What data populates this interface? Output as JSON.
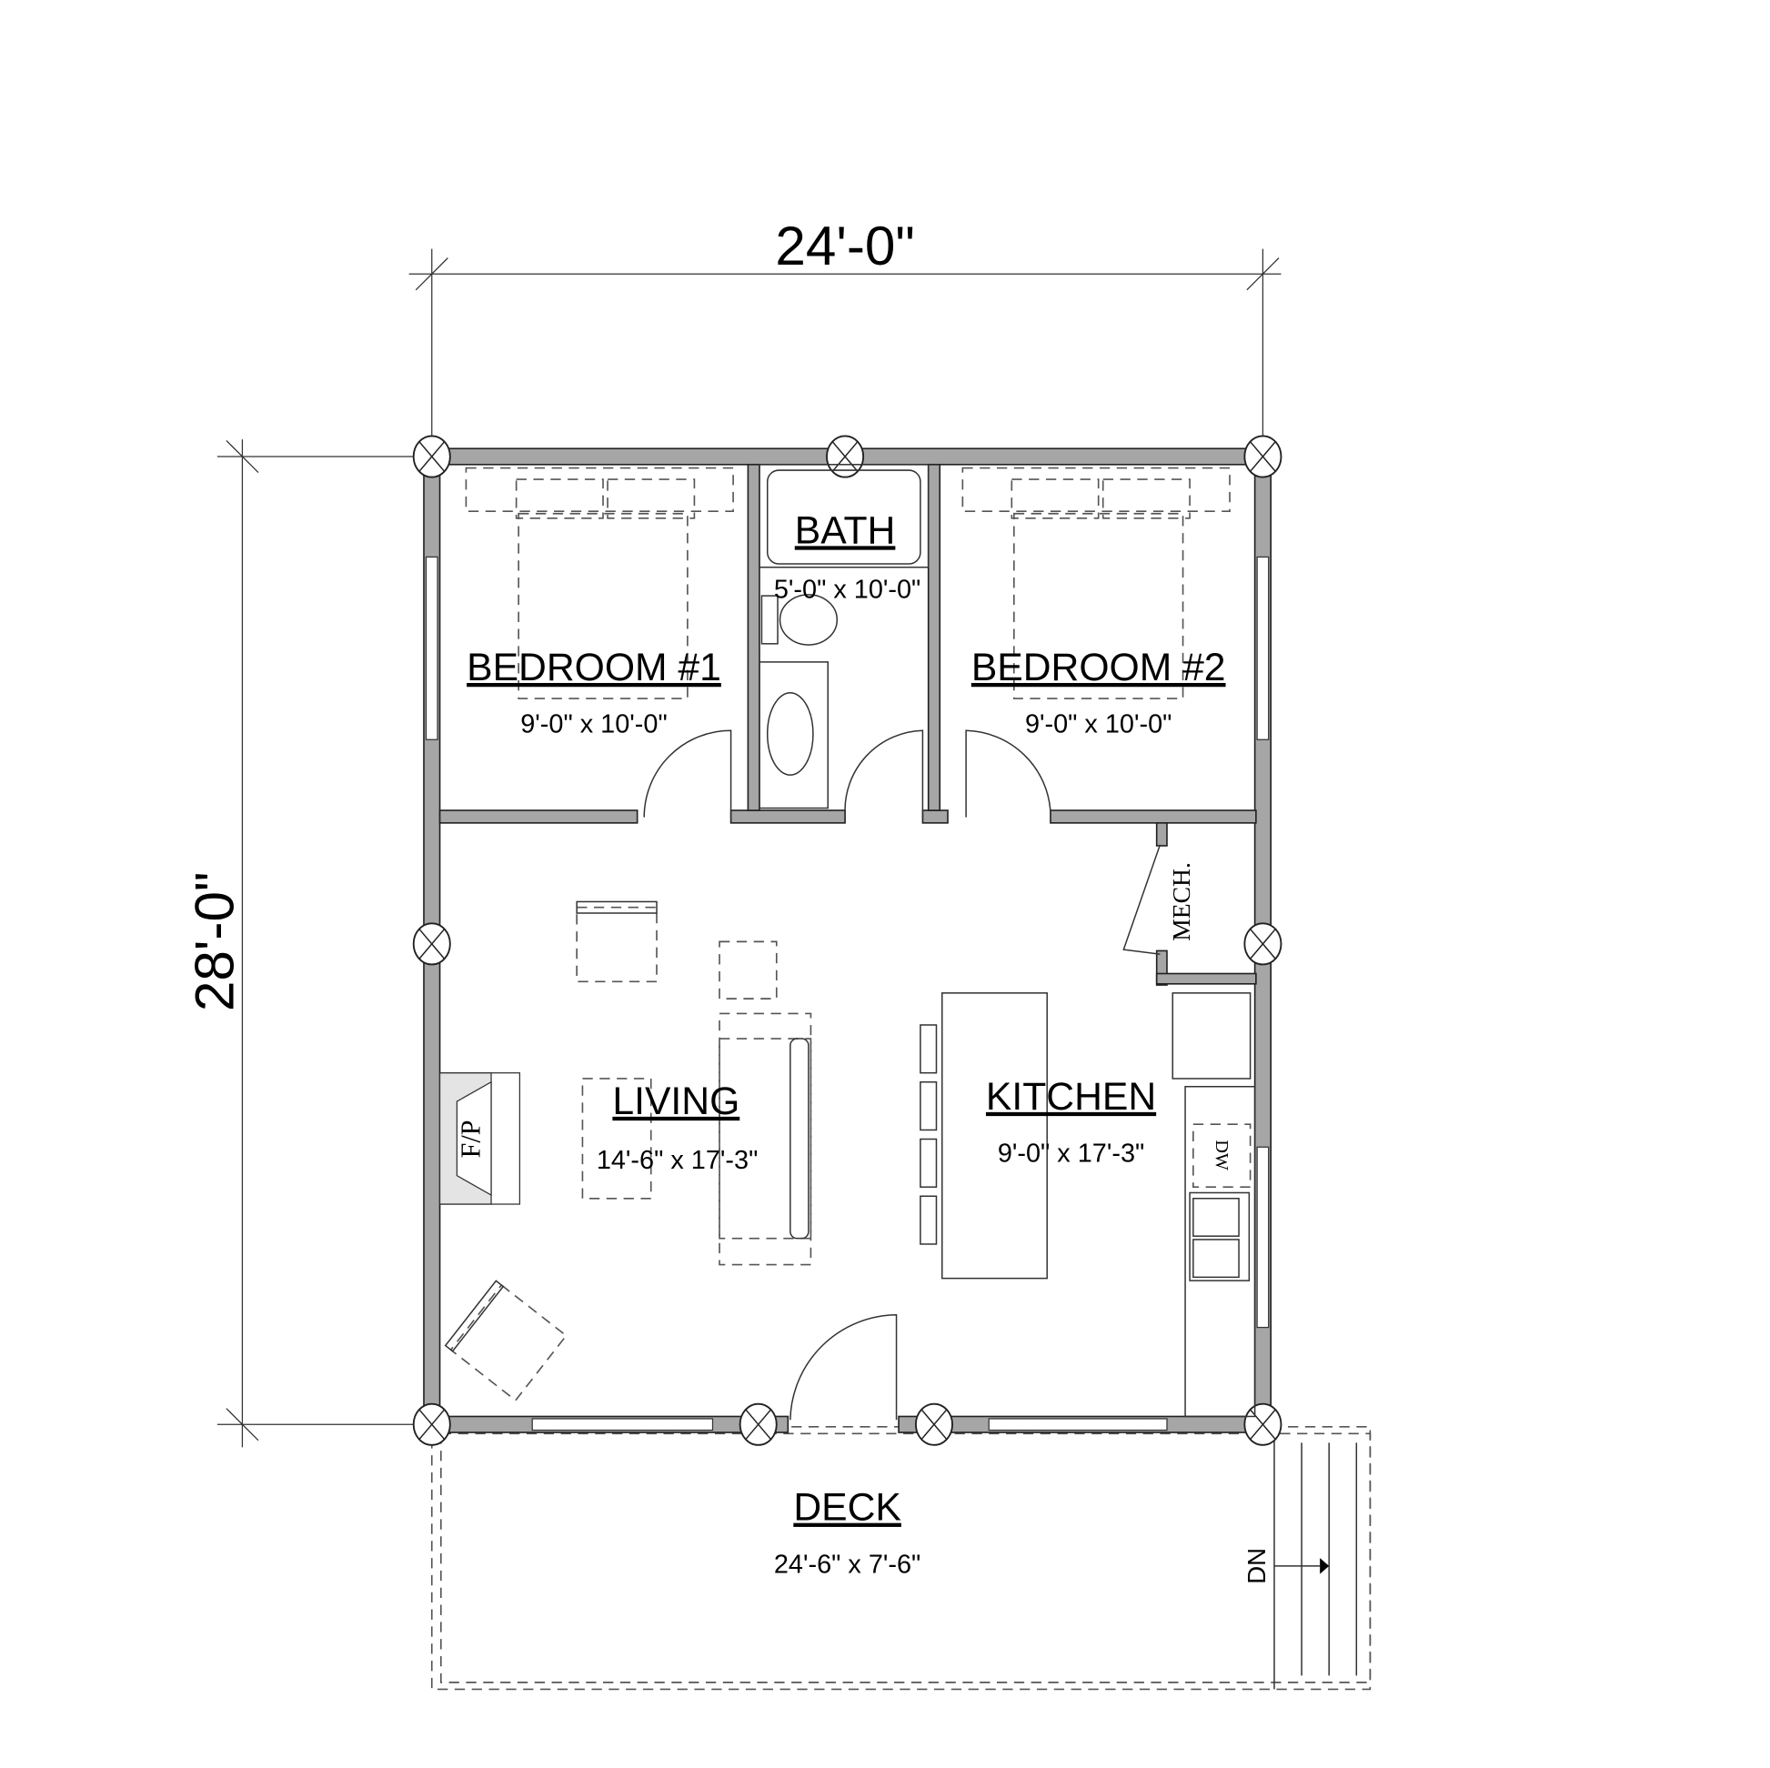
{
  "dimensions": {
    "width": "24'-0\"",
    "depth": "28'-0\""
  },
  "rooms": {
    "bedroom1": {
      "name": "BEDROOM #1",
      "size": "9'-0\" x 10'-0\""
    },
    "bath": {
      "name": "BATH",
      "size": "5'-0\" x 10'-0\""
    },
    "bedroom2": {
      "name": "BEDROOM #2",
      "size": "9'-0\" x 10'-0\""
    },
    "living": {
      "name": "LIVING",
      "size": "14'-6\" x 17'-3\""
    },
    "kitchen": {
      "name": "KITCHEN",
      "size": "9'-0\" x 17'-3\""
    },
    "deck": {
      "name": "DECK",
      "size": "24'-6\" x 7'-6\""
    }
  },
  "labels": {
    "fireplace": "F/P",
    "mech": "MECH.",
    "dishwasher": "DW",
    "stairs_down": "DN"
  }
}
